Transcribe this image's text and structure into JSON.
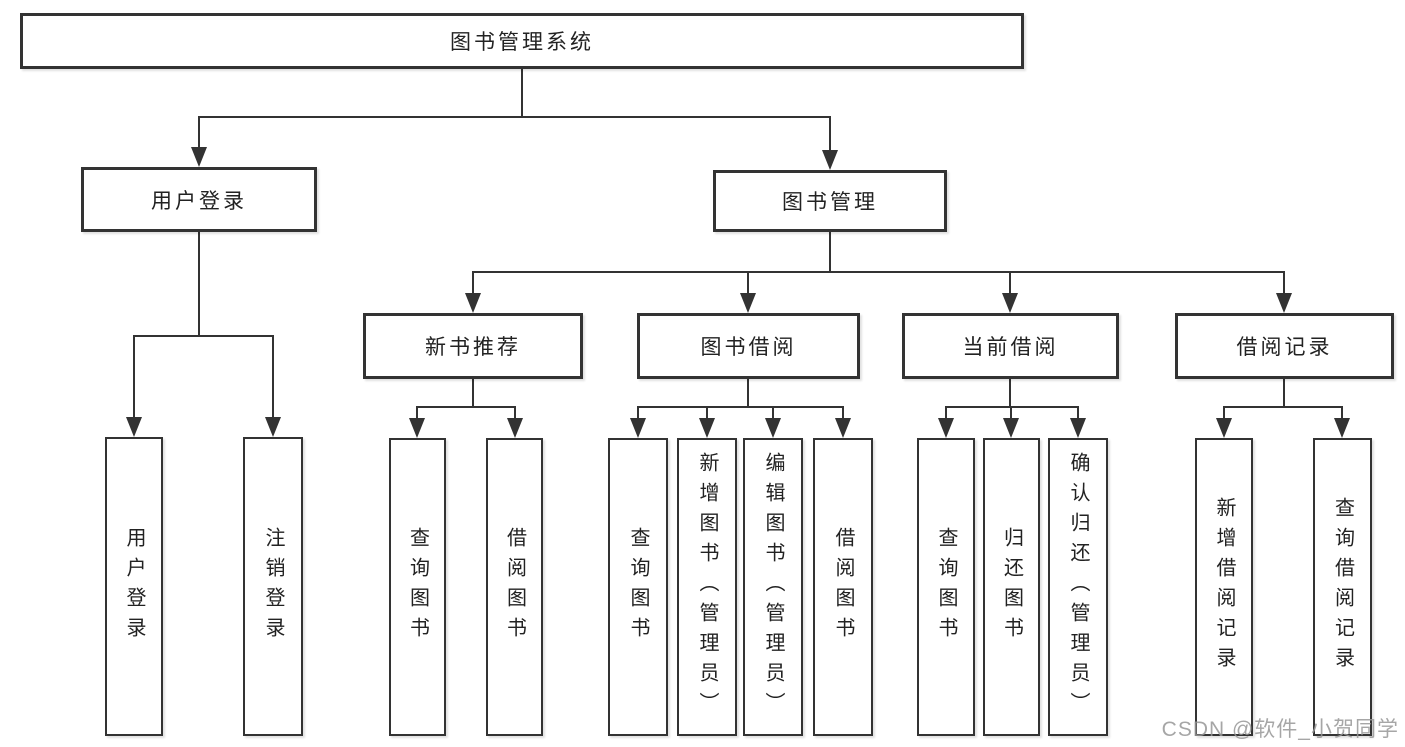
{
  "diagram_title": "图书管理系统",
  "nodes": {
    "root": "图书管理系统",
    "user_login": "用户登录",
    "book_mgmt": "图书管理",
    "new_book_rec": "新书推荐",
    "book_borrow": "图书借阅",
    "current_borrow": "当前借阅",
    "borrow_record": "借阅记录",
    "ul_login": "用户登录",
    "ul_logout": "注销登录",
    "nr_query": "查询图书",
    "nr_borrow": "借阅图书",
    "bb_query": "查询图书",
    "bb_add": "新增图书（管理员）",
    "bb_edit": "编辑图书（管理员）",
    "bb_borrow": "借阅图书",
    "cb_query": "查询图书",
    "cb_return": "归还图书",
    "cb_confirm": "确认归还（管理员）",
    "br_add": "新增借阅记录",
    "br_query": "查询借阅记录"
  },
  "hierarchy": {
    "图书管理系统": {
      "用户登录": [
        "用户登录",
        "注销登录"
      ],
      "图书管理": {
        "新书推荐": [
          "查询图书",
          "借阅图书"
        ],
        "图书借阅": [
          "查询图书",
          "新增图书（管理员）",
          "编辑图书（管理员）",
          "借阅图书"
        ],
        "当前借阅": [
          "查询图书",
          "归还图书",
          "确认归还（管理员）"
        ],
        "借阅记录": [
          "新增借阅记录",
          "查询借阅记录"
        ]
      }
    }
  },
  "watermark": "CSDN @软件_小贺同学",
  "colors": {
    "line": "#333333",
    "text": "#222222",
    "box_background": "#ffffff",
    "watermark": "#969696"
  }
}
